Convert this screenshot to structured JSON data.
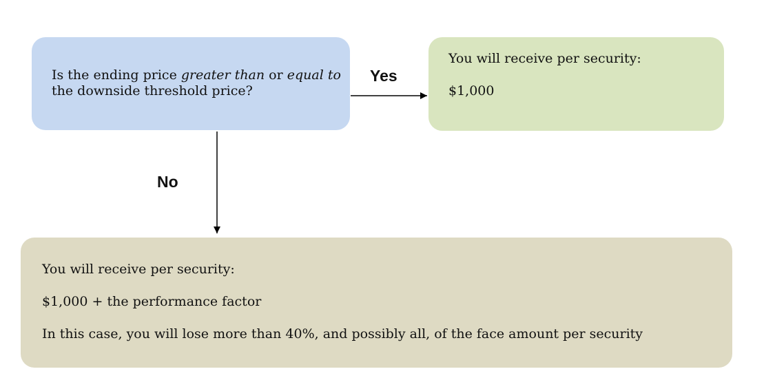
{
  "colors": {
    "question_fill": "#c6d8f1",
    "yes_fill": "#d9e5bf",
    "no_fill": "#dedac3",
    "arrow": "#000000"
  },
  "question": {
    "part1": "Is the ending price ",
    "em1": "greater than",
    "part2": " or ",
    "em2": "equal to",
    "line2": "the downside threshold price?"
  },
  "yes_branch": {
    "label": "Yes",
    "line1": "You will receive per security:",
    "line2": "$1,000"
  },
  "no_branch": {
    "label": "No",
    "line1": "You will receive per security:",
    "line2": "$1,000 + the performance factor",
    "line3": "In this case, you will lose more than 40%, and possibly all, of the face amount per security"
  }
}
